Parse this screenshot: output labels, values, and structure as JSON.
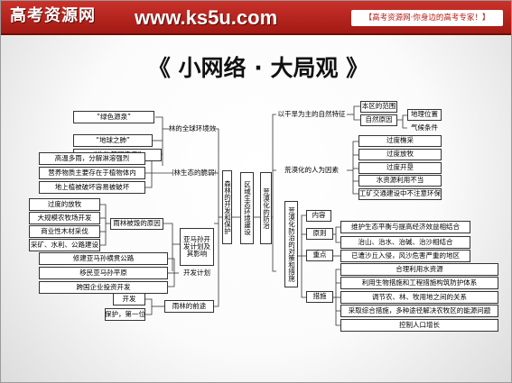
{
  "header": {
    "logo": "高考资源网",
    "site": "www.ks5u.com",
    "slogan": "【高考资源网·你身边的高考专家！】"
  },
  "title": "《 小网络 · 大局观 》",
  "diagram": {
    "center": {
      "forest": "森林的开发和保护",
      "region": "区域生态环境建设",
      "desert": "荒漠化的防治"
    },
    "left": {
      "global_effect": "雨林的全球环境效益",
      "global_items": [
        "“绿色源泉”",
        "“地球之肺”",
        "“生物基因宝库”"
      ],
      "fragile": "雨林生态的脆弱性",
      "fragile_items": [
        "高温多雨，分解淋溶强烈",
        "营养物质主要存在于植物体内",
        "地上植被破坏容易被破坏"
      ],
      "destroyed": "雨林被毁的原因",
      "destroyed_items": [
        "过度的放牧",
        "大规模农牧场开发",
        "商业性木材采伐",
        "采矿、水利、公路建设"
      ],
      "para_plan": "亚马孙开发计划及其影响",
      "dev_plan": "开发计划",
      "dev_items": [
        "修建亚马孙横贯公路",
        "移民亚马孙平原",
        "跨国企业投资开发"
      ],
      "protect": "雨林的前途",
      "protect_items": [
        "开发",
        "保护，第一位"
      ]
    },
    "right": {
      "nature": "以干旱为主的自然特征",
      "range": "本区的范围",
      "natural_cause": "自然原因",
      "geo": "地理位置",
      "climate": "气候条件",
      "human": "荒漠化的人为因素",
      "human_items": [
        "过度樵采",
        "过度放牧",
        "过度开垦",
        "水资源利用不当",
        "工矿交通建设中不注意环保"
      ],
      "measures": "荒漠化防治的对策和措施",
      "content": "内容",
      "principle": "原则",
      "principle_items": [
        "维护生态平衡与提高经济效益相结合",
        "治山、治水、治碱、治沙相结合"
      ],
      "key": "重点",
      "key_item": "已遭沙丘入侵，风沙危害严重的地区",
      "methods": "措施",
      "method_items": [
        "合理利用水资源",
        "利用生物措施和工程措施构筑防护体系",
        "调节农、林、牧用地之间的关系",
        "采取综合措施，多种途径解决农牧区的能源问题",
        "控制人口增长"
      ]
    }
  }
}
